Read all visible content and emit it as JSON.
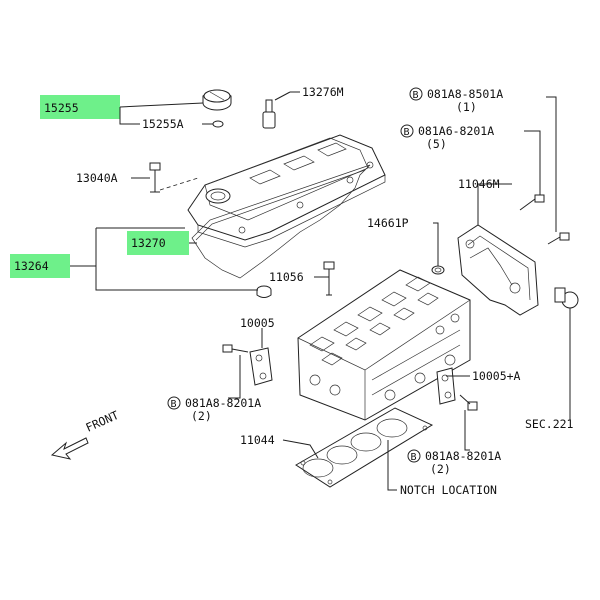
{
  "labels": {
    "p15255": "15255",
    "p15255a": "15255A",
    "p13276m": "13276M",
    "p13040a": "13040A",
    "p13270": "13270",
    "p13264": "13264",
    "p11056": "11056",
    "p14661p": "14661P",
    "p11046m": "11046M",
    "p10005": "10005",
    "p10005a": "10005+A",
    "p11044": "11044",
    "sec221": "SEC.221",
    "notch": "NOTCH LOCATION",
    "front": "FRONT"
  },
  "bolts": {
    "b1": {
      "letter": "B",
      "code": "081A8-8501A",
      "qty": "(1)"
    },
    "b2": {
      "letter": "B",
      "code": "081A6-8201A",
      "qty": "(5)"
    },
    "b3": {
      "letter": "B",
      "code": "081A8-8201A",
      "qty": "(2)"
    },
    "b4": {
      "letter": "B",
      "code": "081A8-8201A",
      "qty": "(2)"
    }
  },
  "colors": {
    "highlight": "#6ef08a",
    "ink": "#222222"
  }
}
